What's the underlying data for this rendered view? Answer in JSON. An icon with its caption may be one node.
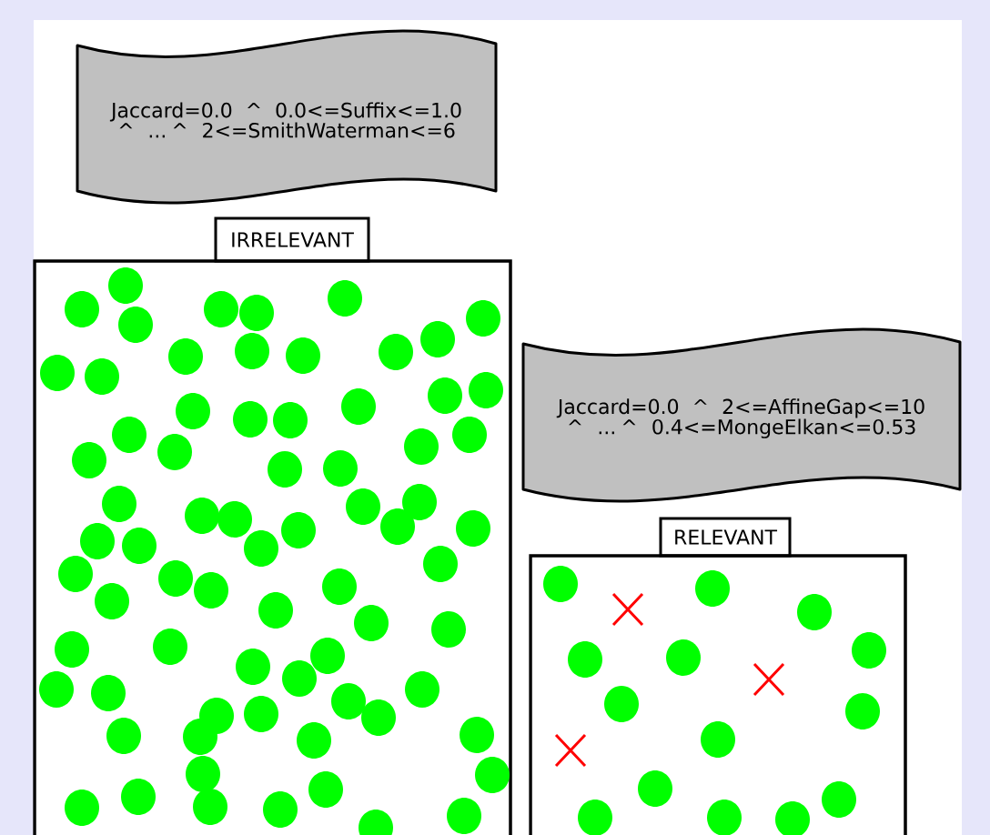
{
  "diagram": {
    "nodes": [
      {
        "text": [
          "Jaccard=0.0 ^ 0.0<=Suffix<=1.0 ^ ... ^ 2<=SmithWaterman<=6"
        ]
      },
      {
        "text": [
          "IRRELEVANT"
        ]
      },
      {
        "text": [],
        "shape": "box"
      },
      {
        "text": [
          "Jaccard=0.0 ^ 2<=AffineGap<=10 ^ ... ^ 0.4<=MongeElkan<=0.53"
        ]
      },
      {
        "text": [
          "RELEVANT"
        ]
      },
      {
        "text": [],
        "shape": "box"
      }
    ]
  }
}
